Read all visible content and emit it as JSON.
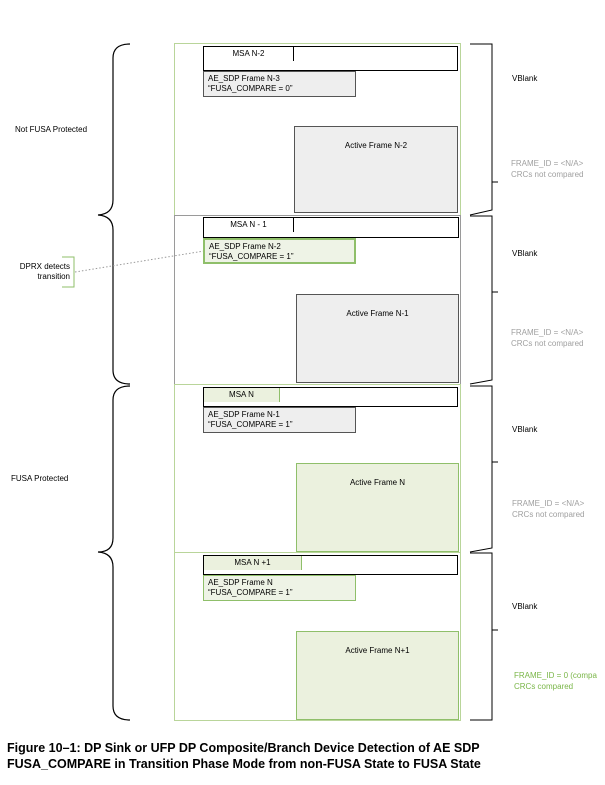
{
  "frames": [
    {
      "msa": "MSA N-2",
      "sdp_line1": "AE_SDP Frame N-3",
      "sdp_line2": "“FUSA_COMPARE = 0”",
      "active": "Active Frame N-2",
      "vblank": "VBlank",
      "frame_id": "FRAME_ID = <N/A>",
      "crc": "CRCs not compared"
    },
    {
      "msa": "MSA N - 1",
      "sdp_line1": "AE_SDP Frame N-2",
      "sdp_line2": "“FUSA_COMPARE = 1”",
      "active": "Active Frame N-1",
      "vblank": "VBlank",
      "frame_id": "FRAME_ID = <N/A>",
      "crc": "CRCs not compared"
    },
    {
      "msa": "MSA N",
      "sdp_line1": "AE_SDP Frame N-1",
      "sdp_line2": "“FUSA_COMPARE = 1”",
      "active": "Active Frame N",
      "vblank": "VBlank",
      "frame_id": "FRAME_ID = <N/A>",
      "crc": "CRCs not compared"
    },
    {
      "msa": "MSA N +1",
      "sdp_line1": "AE_SDP Frame N",
      "sdp_line2": "“FUSA_COMPARE = 1”",
      "active": "Active Frame N+1",
      "vblank": "VBlank",
      "frame_id": "FRAME_ID = 0 (compa",
      "crc": "CRCs compared"
    }
  ],
  "left_labels": {
    "not_fusa": "Not FUSA Protected",
    "dprx_line1": "DPRX detects",
    "dprx_line2": "transition",
    "fusa": "FUSA Protected"
  },
  "caption_line1": "Figure 10–1:  DP Sink or UFP DP Composite/Branch Device Detection of AE SDP",
  "caption_line2": "FUSA_COMPARE in Transition Phase Mode from non-FUSA State to FUSA State",
  "colors": {
    "green": "#8fbf6a",
    "green_fill": "#ebf1de",
    "gray_fill": "#eeeeee",
    "gray_text": "#a0a0a0",
    "green_text": "#7ab648"
  }
}
